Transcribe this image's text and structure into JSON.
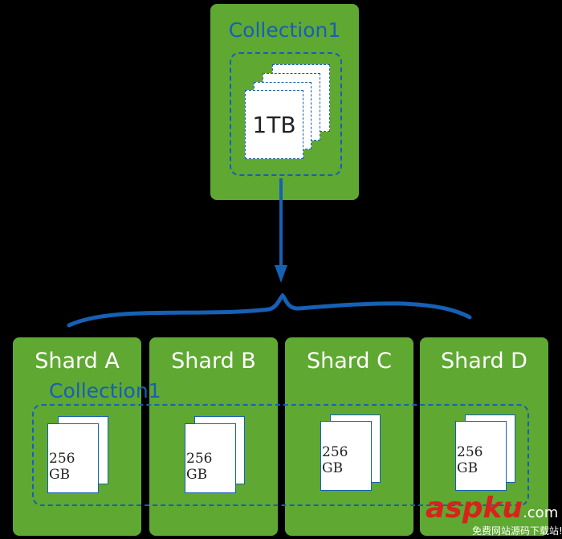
{
  "source": {
    "collection_label": "Collection1",
    "size_label": "1TB"
  },
  "shards": [
    {
      "label": "Shard A",
      "size": "256 GB"
    },
    {
      "label": "Shard B",
      "size": "256 GB"
    },
    {
      "label": "Shard C",
      "size": "256 GB"
    },
    {
      "label": "Shard D",
      "size": "256 GB"
    }
  ],
  "sharded_collection_label": "Collection1",
  "watermark": {
    "brand": "aspku",
    "suffix": ".com",
    "tagline": "免费网站源码下载站!"
  },
  "colors": {
    "green": "#5fa832",
    "blue": "#1660b5"
  }
}
